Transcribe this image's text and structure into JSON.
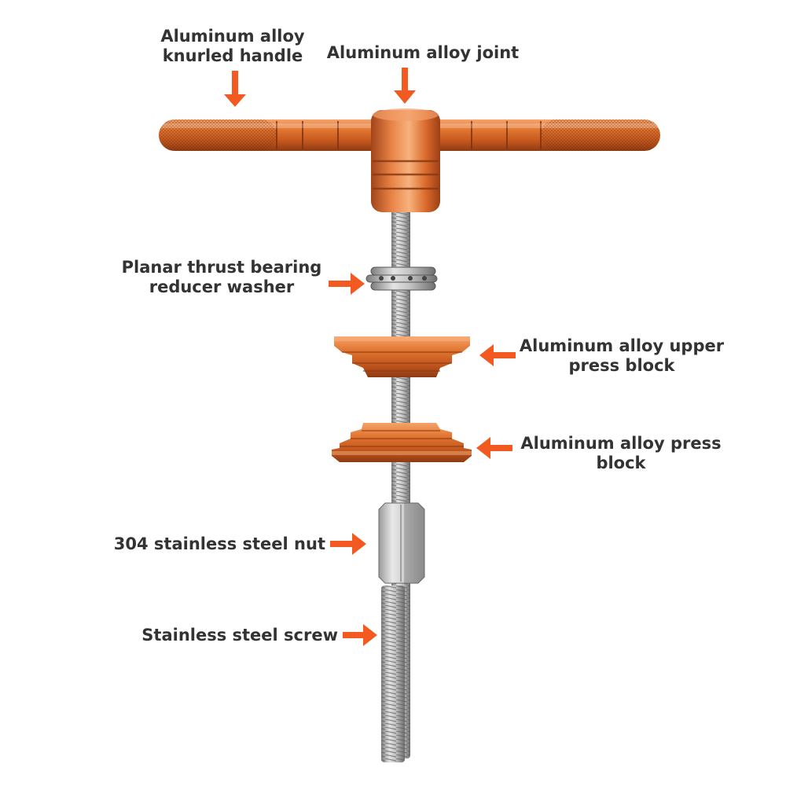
{
  "colors": {
    "arrow": "#f25a22",
    "aluminum": "#d9692c",
    "aluminum_dark": "#a8441a",
    "aluminum_light": "#f29a5e",
    "steel": "#b5b5b5",
    "steel_dark": "#7d7d7d",
    "steel_light": "#e6e6e6",
    "text": "#333333"
  },
  "labels": {
    "handle": {
      "line1": "Aluminum alloy",
      "line2": "knurled handle"
    },
    "joint": {
      "line1": "Aluminum alloy joint"
    },
    "washer": {
      "line1": "Planar thrust bearing",
      "line2": "reducer washer"
    },
    "upper_block": {
      "line1": "Aluminum alloy upper",
      "line2": "press block"
    },
    "press_block": {
      "line1": "Aluminum alloy press",
      "line2": "block"
    },
    "nut": {
      "line1": "304 stainless steel nut"
    },
    "screw": {
      "line1": "Stainless steel screw"
    }
  },
  "icons": {
    "arrow": "arrow-icon"
  }
}
